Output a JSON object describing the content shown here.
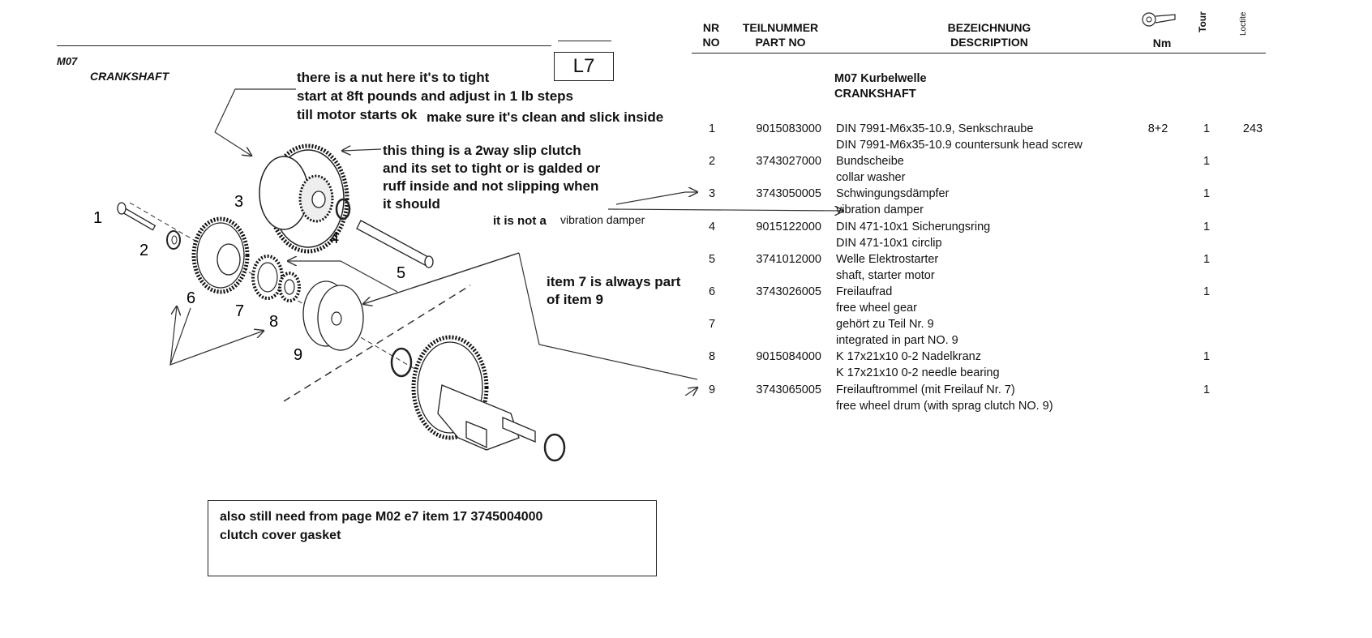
{
  "page": {
    "section_code": "M07",
    "section_title": "CRANKSHAFT",
    "page_ref": "L7"
  },
  "table": {
    "headers": {
      "nr": "NR",
      "no": "NO",
      "teilnummer": "TEILNUMMER",
      "part_no": "PART NO",
      "bezeichnung": "BEZEICHNUNG",
      "description": "DESCRIPTION",
      "nm": "Nm",
      "tour": "Tour",
      "loctite": "Loctite",
      "torque_icon": "torque-wrench-icon"
    },
    "group_title_de": "M07 Kurbelwelle",
    "group_title_en": "CRANKSHAFT",
    "rows": [
      {
        "nr": "1",
        "part_no": "9015083000",
        "desc_de": "DIN 7991-M6x35-10.9, Senkschraube",
        "desc_en": "DIN 7991-M6x35-10.9  countersunk head screw",
        "nm": "8+2",
        "tour": "1",
        "loctite": "243"
      },
      {
        "nr": "2",
        "part_no": "3743027000",
        "desc_de": "Bundscheibe",
        "desc_en": "collar washer",
        "nm": "",
        "tour": "1",
        "loctite": ""
      },
      {
        "nr": "3",
        "part_no": "3743050005",
        "desc_de": "Schwingungsdämpfer",
        "desc_en": "vibration damper",
        "nm": "",
        "tour": "1",
        "loctite": ""
      },
      {
        "nr": "4",
        "part_no": "9015122000",
        "desc_de": "DIN 471-10x1 Sicherungsring",
        "desc_en": "DIN 471-10x1 circlip",
        "nm": "",
        "tour": "1",
        "loctite": ""
      },
      {
        "nr": "5",
        "part_no": "3741012000",
        "desc_de": "Welle Elektrostarter",
        "desc_en": "shaft, starter motor",
        "nm": "",
        "tour": "1",
        "loctite": ""
      },
      {
        "nr": "6",
        "part_no": "3743026005",
        "desc_de": "Freilaufrad",
        "desc_en": "free wheel gear",
        "nm": "",
        "tour": "1",
        "loctite": ""
      },
      {
        "nr": "7",
        "part_no": "",
        "desc_de": "gehört zu Teil Nr. 9",
        "desc_en": "integrated in part NO. 9",
        "nm": "",
        "tour": "",
        "loctite": ""
      },
      {
        "nr": "8",
        "part_no": "9015084000",
        "desc_de": "K 17x21x10 0-2 Nadelkranz",
        "desc_en": "K 17x21x10 0-2 needle bearing",
        "nm": "",
        "tour": "1",
        "loctite": ""
      },
      {
        "nr": "9",
        "part_no": "3743065005",
        "desc_de": "Freilauftrommel (mit Freilauf Nr. 7)",
        "desc_en": "free wheel drum (with sprag clutch NO. 9)",
        "nm": "",
        "tour": "1",
        "loctite": ""
      }
    ]
  },
  "notes": {
    "nut_line1": "there is a nut here it's to tight",
    "nut_line2": "start at 8ft pounds and adjust in 1 lb steps",
    "nut_line3": "till motor starts ok",
    "clean": "make sure it's clean and slick inside",
    "clutch_line1": "this thing is a 2way slip clutch",
    "clutch_line2": "and its set to tight or is galded or",
    "clutch_line3": "ruff inside and not slipping when",
    "clutch_line4": "it should",
    "not_a": "it is not a",
    "vibration_damper": "vibration damper",
    "item7_line1": "item 7 is always part",
    "item7_line2": "of item 9",
    "box_line1": "also still need from page M02  e7     item 17     3745004000",
    "box_line2": "clutch cover gasket"
  },
  "diagram": {
    "labels": [
      "1",
      "2",
      "3",
      "4",
      "5",
      "6",
      "7",
      "8",
      "9"
    ]
  }
}
